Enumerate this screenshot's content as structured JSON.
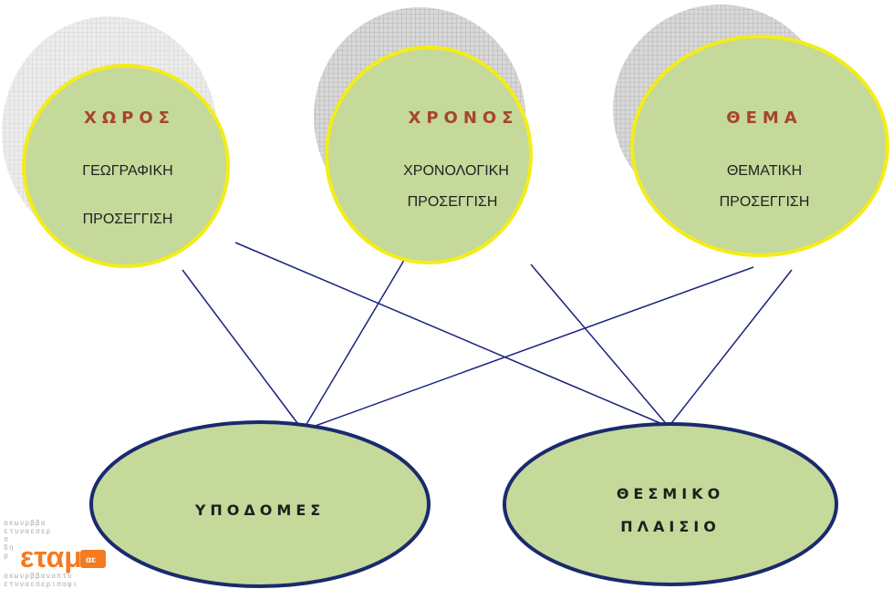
{
  "colors": {
    "circle_fill": "#c5d99a",
    "circle_stroke": "#f4ec1a",
    "oval_fill": "#c5d99a",
    "oval_stroke": "#1a2a6e",
    "line": "#1a237e",
    "title": "#a6452a",
    "logo": "#f47b20"
  },
  "circles": [
    {
      "title": "ΧΩΡΟΣ",
      "line1": "ΓΕΩΓΡΑΦΙΚΗ",
      "line2": "ΠΡΟΣΕΓΓΙΣΗ"
    },
    {
      "title": "ΧΡΟΝΟΣ",
      "line1": "ΧΡΟΝΟΛΟΓΙΚΗ",
      "line2": "ΠΡΟΣΕΓΓΙΣΗ"
    },
    {
      "title": "ΘΕΜΑ",
      "line1": "ΘΕΜΑΤΙΚΗ",
      "line2": "ΠΡΟΣΕΓΓΙΣΗ"
    }
  ],
  "ovals": [
    {
      "line1": "ΥΠΟΔΟΜΕΣ"
    },
    {
      "line1": "ΘΕΣΜΙΚΟ",
      "line2": "ΠΛΑΙΣΙΟ"
    }
  ],
  "logo": {
    "text": "εταμ",
    "suffix": "αε",
    "pattern_rows": [
      "ακωνρββα",
      "ετυναεσερ",
      "π",
      "δη",
      "ρ",
      "",
      "ακωνρββαναπτυ",
      "ετυναεσερισαψι"
    ]
  }
}
